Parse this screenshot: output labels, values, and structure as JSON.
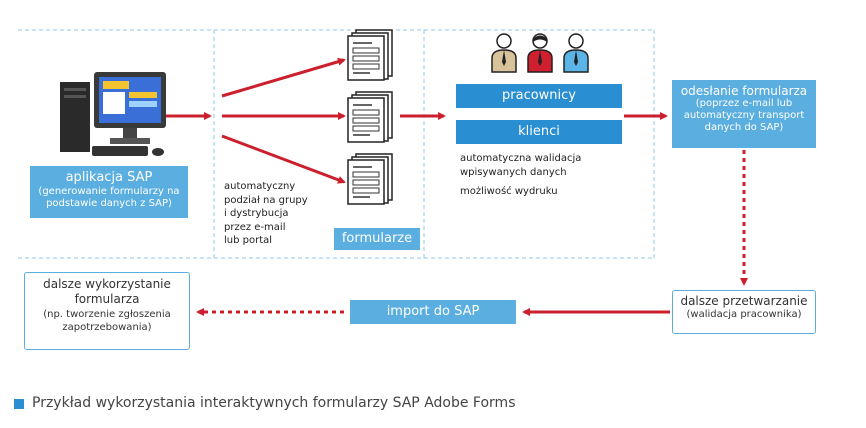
{
  "sap_app": {
    "title": "aplikacja SAP",
    "subtitle": "(generowanie formularzy na podstawie danych z SAP)"
  },
  "distribution_note": [
    "automatyczny",
    "podział na grupy",
    "i dystrybucja",
    "przez e-mail",
    "lub portal"
  ],
  "forms_label": "formularze",
  "employees_label": "pracownicy",
  "clients_label": "klienci",
  "validation_note": [
    "automatyczna walidacja",
    "wpisywanych danych"
  ],
  "print_note": "możliwość wydruku",
  "send_box": {
    "title": "odesłanie formularza",
    "subtitle": "(poprzez e-mail lub automatyczny transport danych do SAP)"
  },
  "processing_box": {
    "title": "dalsze przetwarzanie",
    "subtitle": "(walidacja pracownika)"
  },
  "import_label": "import do SAP",
  "reuse_box": {
    "title": "dalsze wykorzystanie formularza",
    "subtitle": "(np. tworzenie zgłoszenia zapotrzebowania)"
  },
  "caption": "Przykład wykorzystania interaktywnych formularzy SAP Adobe Forms",
  "colors": {
    "arrow": "#cc1f2d",
    "box_blue": "#5aaee0",
    "box_blue_dark": "#2a8fd2",
    "dashed_line": "#8cc8e8",
    "caption_square": "#2a8fd2"
  },
  "icons": [
    "computer-icon",
    "document-stack-icon",
    "person-icon"
  ]
}
